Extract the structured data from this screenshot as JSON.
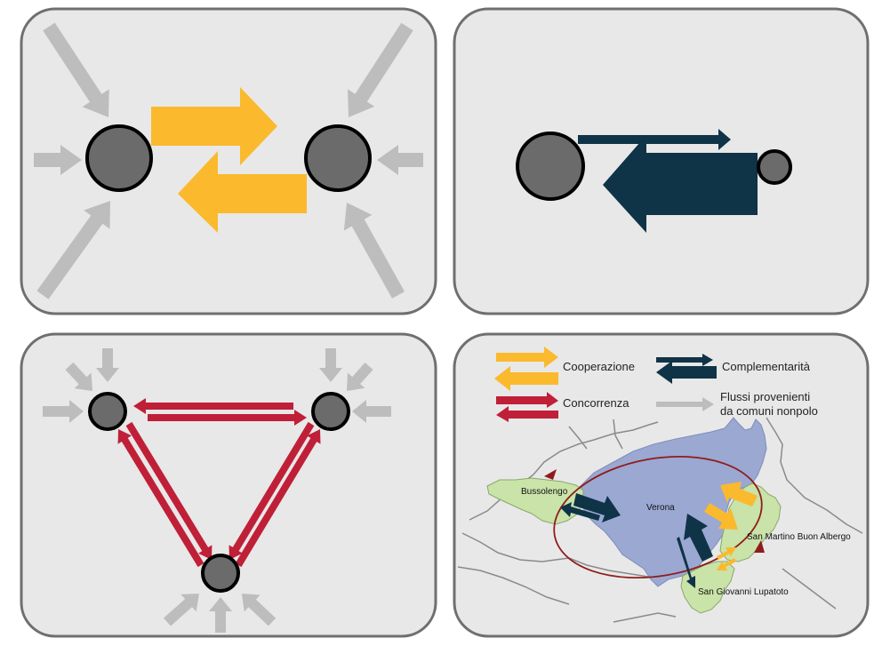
{
  "colors": {
    "page_bg": "#ffffff",
    "panel_bg": "#e8e8e8",
    "panel_border": "#6f6f6f",
    "node_fill": "#6b6b6b",
    "node_stroke": "#000000",
    "inflow_arrow": "#bdbdbd",
    "cooperation": "#fbb92d",
    "complementarity": "#0f3347",
    "competition": "#c01f38",
    "verona_fill": "#9aa8d2",
    "municipality_fill": "#c9e3a9",
    "boundary_line": "#8a8a8a",
    "ellipse": "#8f1c1c"
  },
  "panels": [
    {
      "id": "cooperation",
      "relation": "cooperazione",
      "nodes": [
        "pole-left",
        "pole-right"
      ]
    },
    {
      "id": "complementarity",
      "relation": "complementarita",
      "nodes": [
        "pole-large",
        "pole-small"
      ]
    },
    {
      "id": "competition",
      "relation": "concorrenza",
      "nodes": [
        "pole-a",
        "pole-b",
        "pole-c"
      ]
    },
    {
      "id": "map",
      "relation": "legend-and-map"
    }
  ],
  "legend": {
    "cooperation": "Cooperazione",
    "complementarity": "Complementarità",
    "competition": "Concorrenza",
    "flows_line1": "Flussi provenienti",
    "flows_line2": "da comuni nonpolo"
  },
  "map": {
    "verona": "Verona",
    "bussolengo": "Bussolengo",
    "san_martino": "San Martino Buon Albergo",
    "san_giovanni": "San Giovanni Lupatoto"
  }
}
